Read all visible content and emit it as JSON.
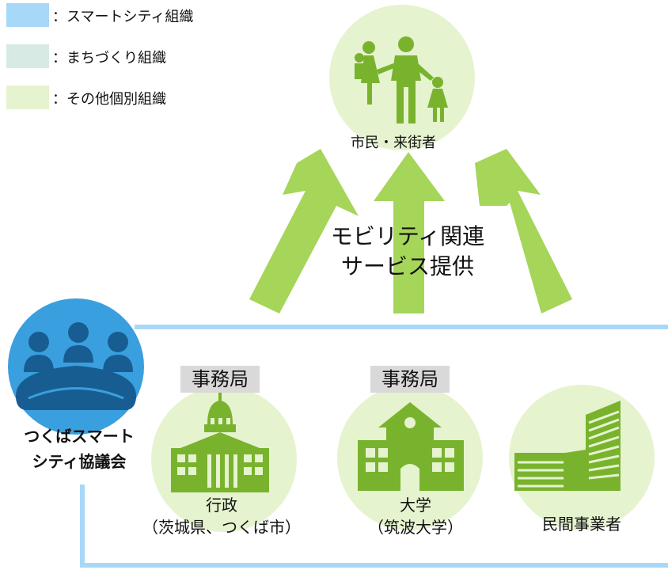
{
  "legend": [
    {
      "label": "：スマートシティ組織",
      "color": "#a8d8f8"
    },
    {
      "label": "：まちづくり組織",
      "color": "#d7eae4"
    },
    {
      "label": "：その他個別組織",
      "color": "#e5f3cf"
    }
  ],
  "colors": {
    "arrow": "#a5d559",
    "icon_green": "#79b32d",
    "circle_green": "#e5f3cf",
    "line_blue": "#a8d8f8",
    "council_circle": "#3a9fde",
    "council_icon": "#175d91",
    "office_tag": "#d9d9d9"
  },
  "citizens": {
    "label": "市民・来街者",
    "icon": "family-icon"
  },
  "service": {
    "line1": "モビリティ関連",
    "line2": "サービス提供"
  },
  "council": {
    "line1": "つくばスマート",
    "line2": "シティ協議会",
    "icon": "meeting-icon"
  },
  "members": {
    "government": {
      "tag": "事務局",
      "line1": "行政",
      "line2": "（茨城県、つくば市）",
      "icon": "government-building-icon"
    },
    "university": {
      "tag": "事務局",
      "line1": "大学",
      "line2": "（筑波大学）",
      "icon": "school-building-icon"
    },
    "private": {
      "label": "民間事業者",
      "icon": "office-building-icon"
    }
  }
}
